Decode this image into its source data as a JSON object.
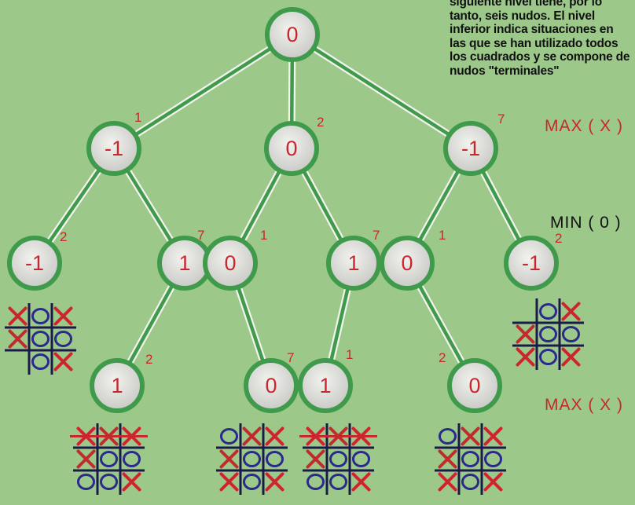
{
  "caption": "siguiente nivel tiene, por lo tanto, seis nudos. El nivel inferior indica situaciones en las que se han utilizado todos los cuadrados y se compone de nudos \"terminales\"",
  "level_labels": {
    "max_top": "MAX ( X )",
    "min": "MIN ( 0 )",
    "max_bottom": "MAX ( X )"
  },
  "colors": {
    "background": "#9cc88a",
    "node_ring": "#3f9a4b",
    "node_fill": "#e4e4e2",
    "red": "#c8272e",
    "edge": "#3f9a4b"
  },
  "nodes": [
    {
      "id": "root",
      "value": "0",
      "tag": ""
    },
    {
      "id": "n1",
      "value": "-1",
      "tag": "1"
    },
    {
      "id": "n2",
      "value": "0",
      "tag": "2"
    },
    {
      "id": "n3",
      "value": "-1",
      "tag": "7"
    },
    {
      "id": "a",
      "value": "-1",
      "tag": "2"
    },
    {
      "id": "b",
      "value": "1",
      "tag": "7"
    },
    {
      "id": "c",
      "value": "0",
      "tag": "1"
    },
    {
      "id": "d",
      "value": "1",
      "tag": "7"
    },
    {
      "id": "e",
      "value": "0",
      "tag": "1"
    },
    {
      "id": "f",
      "value": "-1",
      "tag": "2"
    },
    {
      "id": "g",
      "value": "1",
      "tag": "2"
    },
    {
      "id": "h",
      "value": "0",
      "tag": "7"
    },
    {
      "id": "i",
      "value": "1",
      "tag": "1"
    },
    {
      "id": "j",
      "value": "0",
      "tag": "2"
    }
  ],
  "edges": [
    [
      "root",
      "n1"
    ],
    [
      "root",
      "n2"
    ],
    [
      "root",
      "n3"
    ],
    [
      "n1",
      "a"
    ],
    [
      "n1",
      "b"
    ],
    [
      "n2",
      "c"
    ],
    [
      "n2",
      "d"
    ],
    [
      "n3",
      "e"
    ],
    [
      "n3",
      "f"
    ],
    [
      "b",
      "g"
    ],
    [
      "c",
      "h"
    ],
    [
      "d",
      "i"
    ],
    [
      "e",
      "j"
    ]
  ],
  "boards": [
    {
      "id": "board-a",
      "cells": [
        "x",
        "o",
        "x",
        "x",
        "o",
        "o",
        "",
        "o",
        "x"
      ]
    },
    {
      "id": "board-f",
      "cells": [
        "",
        "o",
        "x",
        "x",
        "o",
        "o",
        "x",
        "o",
        "x"
      ]
    },
    {
      "id": "board-g",
      "cells": [
        "x",
        "x",
        "x",
        "x",
        "o",
        "o",
        "o",
        "o",
        "x"
      ]
    },
    {
      "id": "board-h",
      "cells": [
        "o",
        "x",
        "x",
        "x",
        "o",
        "o",
        "x",
        "o",
        "x"
      ]
    },
    {
      "id": "board-i",
      "cells": [
        "x",
        "x",
        "x",
        "x",
        "o",
        "o",
        "o",
        "o",
        "x"
      ]
    },
    {
      "id": "board-j",
      "cells": [
        "o",
        "x",
        "x",
        "x",
        "o",
        "o",
        "x",
        "o",
        "x"
      ]
    }
  ]
}
